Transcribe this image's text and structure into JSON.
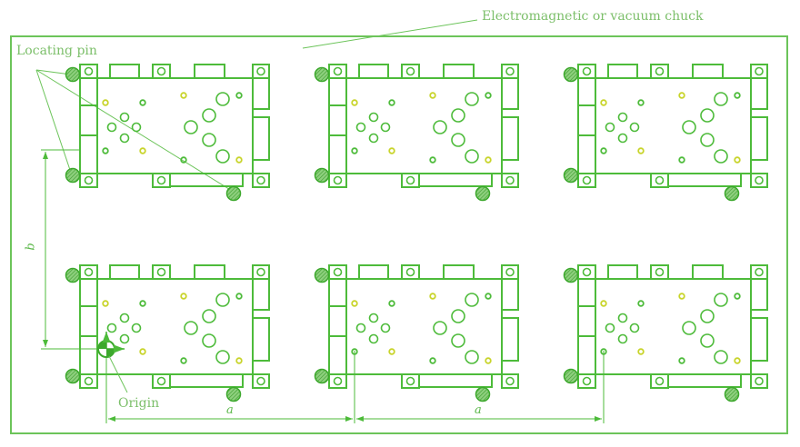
{
  "labels": {
    "chuck": "Electromagnetic or vacuum chuck",
    "locating_pin": "Locating pin",
    "origin": "Origin",
    "dim_a": "a",
    "dim_b": "b"
  },
  "colors": {
    "line": "#4dbb3a",
    "yellow": "#c8d42a",
    "text": "#7cbf6a"
  },
  "layout_grid": {
    "rows": 2,
    "columns": 3
  }
}
